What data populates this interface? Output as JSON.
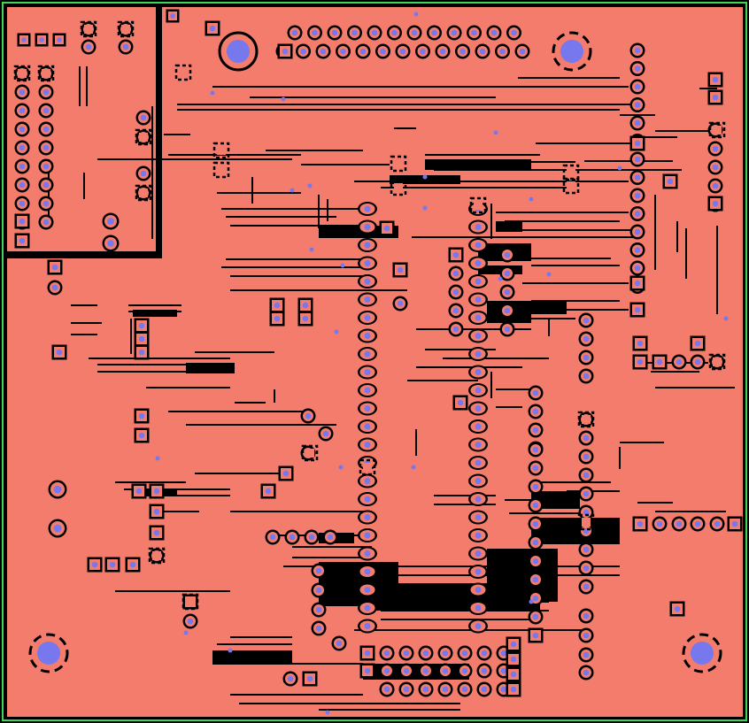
{
  "board": {
    "colors": {
      "background": "#000000",
      "copper": "#f47c6c",
      "outline": "#3bd65a",
      "pad_hole": "#7777ee",
      "trace_gap": "#000000"
    },
    "layer": "copper-top",
    "mounting_holes": [
      "mounting-hole",
      "mounting-hole",
      "mounting-hole",
      "mounting-hole"
    ]
  }
}
